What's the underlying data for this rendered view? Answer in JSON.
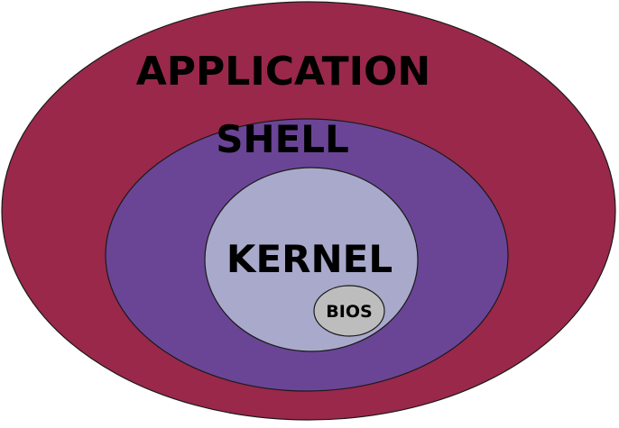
{
  "layers": [
    {
      "key": "application",
      "label": "APPLICATION",
      "fill": "#9a284a"
    },
    {
      "key": "shell",
      "label": "SHELL",
      "fill": "#6a4596"
    },
    {
      "key": "kernel",
      "label": "KERNEL",
      "fill": "#a9a9cc"
    },
    {
      "key": "bios",
      "label": "BIOS",
      "fill": "#bdbdbd"
    }
  ],
  "outline_color": "#1a1a1a"
}
